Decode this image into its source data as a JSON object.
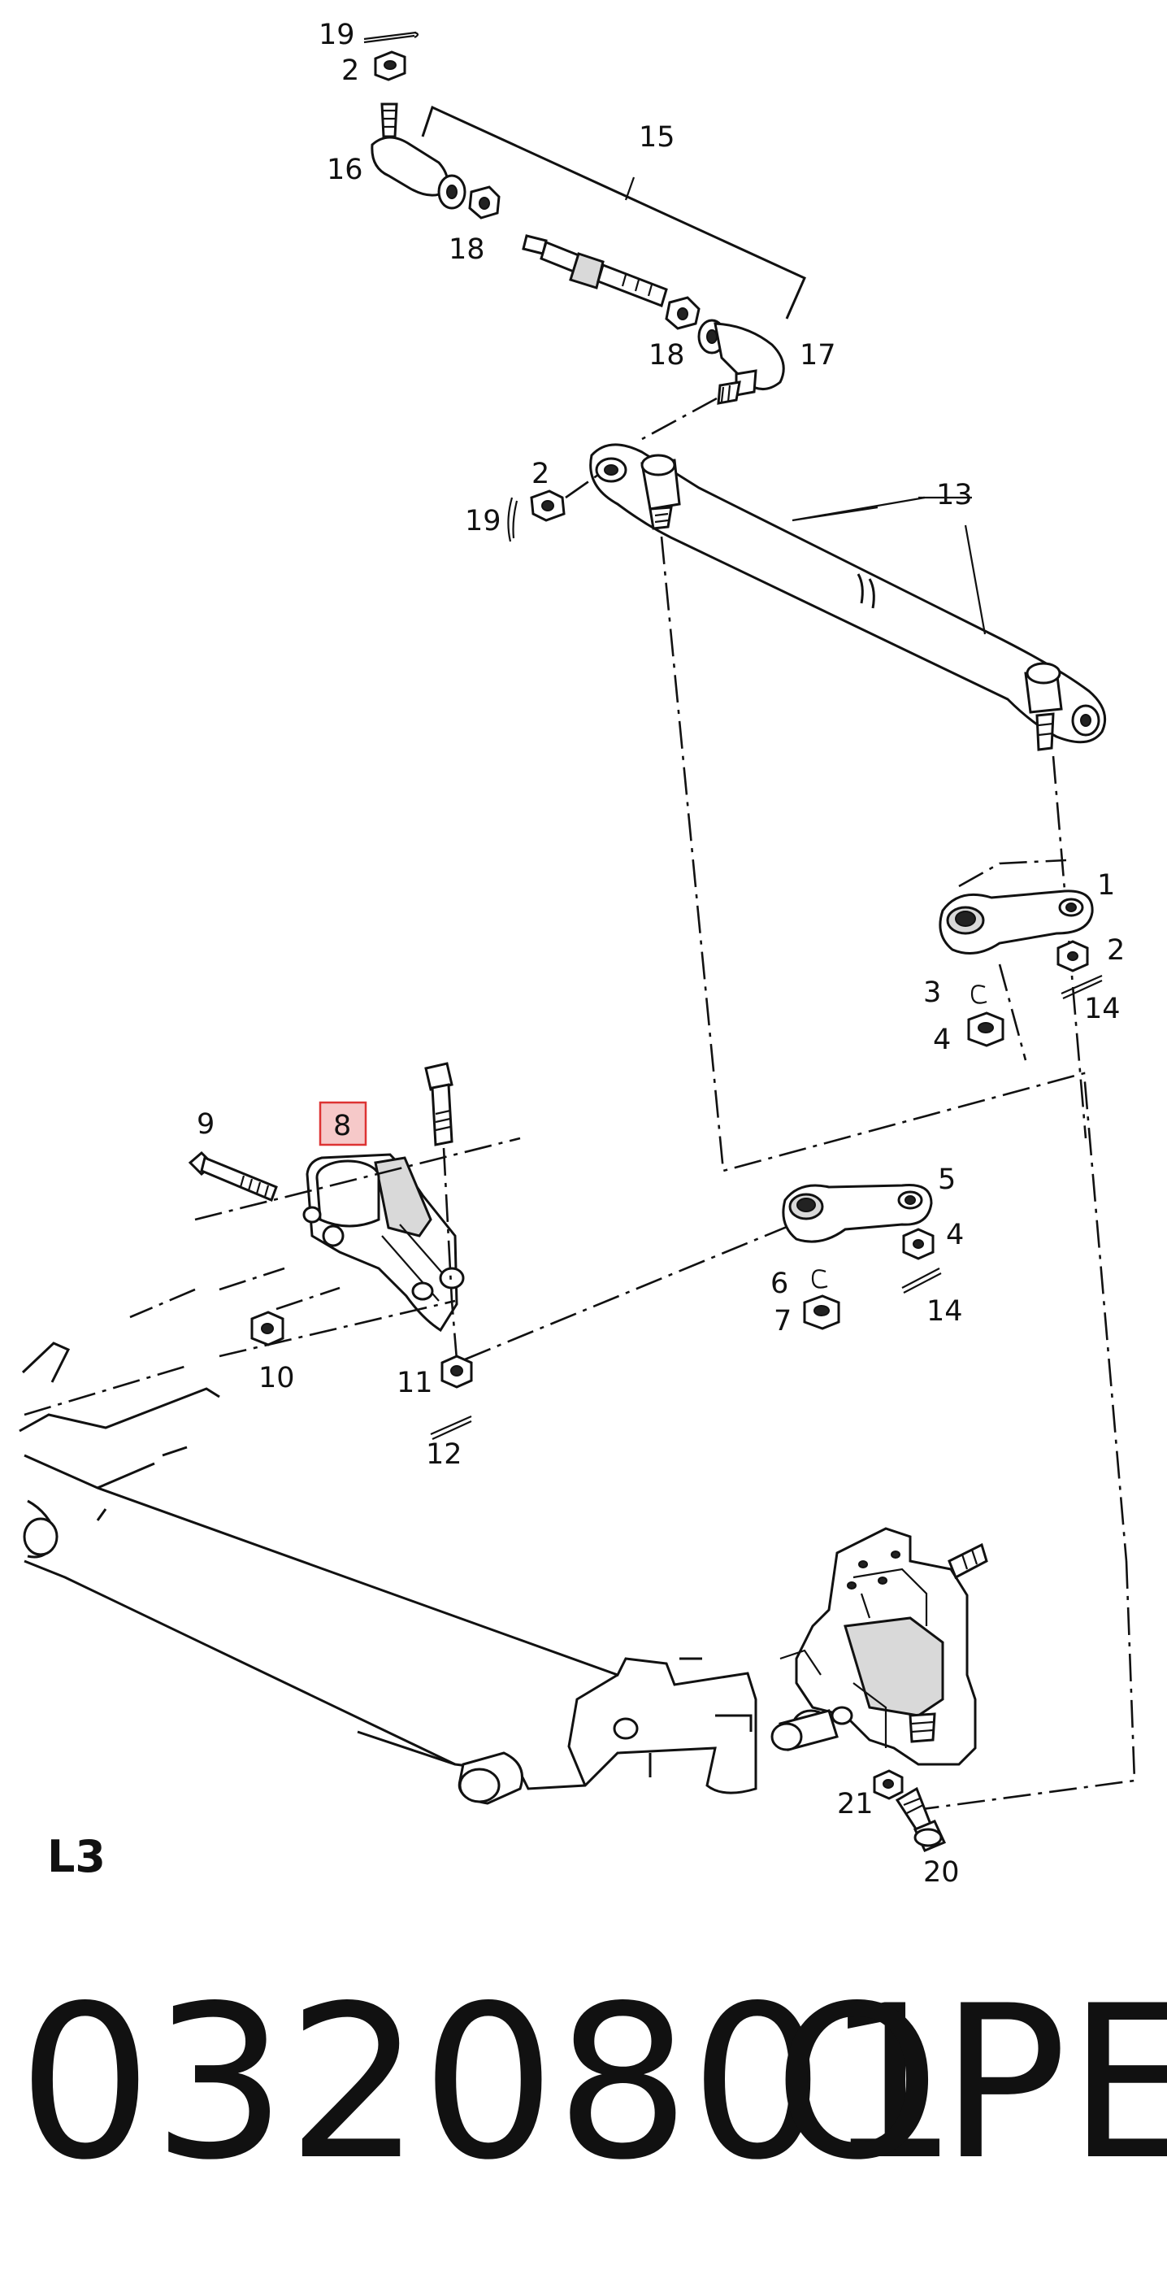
{
  "section_code": "L3",
  "footer": {
    "part_number": "0320801",
    "brand": "OPEL"
  },
  "highlighted_callout": "8",
  "colors": {
    "line": "#111111",
    "highlight_fill": "#f6c9c9",
    "highlight_border": "#dd3333"
  },
  "callouts": {
    "c19a": "19",
    "c2a": "2",
    "c16": "16",
    "c15": "15",
    "c18a": "18",
    "c18b": "18",
    "c17": "17",
    "c2b": "2",
    "c19b": "19",
    "c13": "13",
    "c1": "1",
    "c2c": "2",
    "c3": "3",
    "c4a": "4",
    "c14a": "14",
    "c9": "9",
    "c8": "8",
    "c5": "5",
    "c4b": "4",
    "c6": "6",
    "c7": "7",
    "c14b": "14",
    "c10": "10",
    "c11": "11",
    "c12": "12",
    "c21": "21",
    "c20": "20"
  }
}
